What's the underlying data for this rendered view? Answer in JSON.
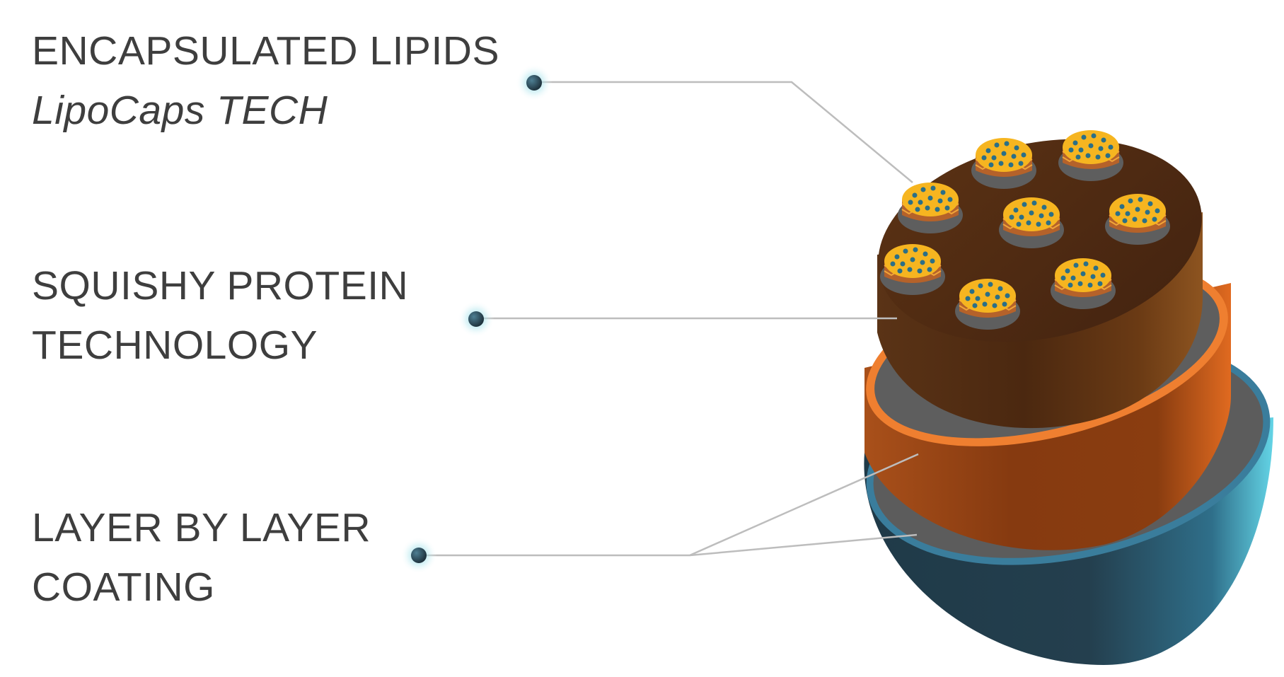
{
  "labels": {
    "lipids": {
      "line1": "ENCAPSULATED LIPIDS",
      "line2": "LipoCaps TECH"
    },
    "protein": {
      "line1": "SQUISHY PROTEIN",
      "line2": "TECHNOLOGY"
    },
    "coating": {
      "line1": "LAYER BY LAYER",
      "line2": "COATING"
    }
  },
  "colors": {
    "text": "#3e3e3e",
    "leader_line": "#bdbdbd",
    "marker_dot": "#2c4a5a",
    "marker_glow": "#7fd3e0",
    "outer_shell": "#24414f",
    "outer_rim": "#3a7d9c",
    "middle_layer": "#8a3a10",
    "middle_rim": "#e87c2f",
    "core": "#4d2a12",
    "capsule_fill": "#f6b520",
    "capsule_dot": "#2b6f87",
    "capsule_base": "#5a5a5a"
  },
  "icons": [
    "marker-dot-icon",
    "lipid-capsule-icon"
  ]
}
